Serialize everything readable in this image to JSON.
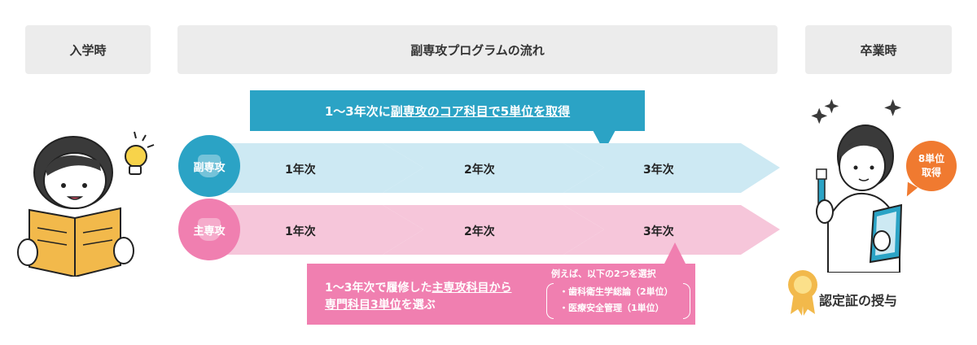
{
  "headers": {
    "enroll": "入学時",
    "flow": "副専攻プログラムの流れ",
    "graduate": "卒業時"
  },
  "top_note": {
    "prefix": "1〜3年次に",
    "underlined": "副専攻のコア科目で5単位を取得"
  },
  "rows": [
    {
      "label": "副専攻",
      "years": [
        "1年次",
        "2年次",
        "3年次"
      ]
    },
    {
      "label": "主専攻",
      "years": [
        "1年次",
        "2年次",
        "3年次"
      ]
    }
  ],
  "bottom_note": {
    "line1_prefix": "1〜3年次で履修した",
    "line1_underlined": "主専攻科目から",
    "line2_underlined": "専門科目3単位",
    "line2_suffix": "を選ぶ",
    "example_heading": "例えば、以下の2つを選択",
    "examples": [
      "・歯科衛生学総論（2単位）",
      "・医療安全管理（1単位）"
    ]
  },
  "graduate_bubble": {
    "line1": "8単位",
    "line2": "取得"
  },
  "certificate_label": "認定証の授与",
  "colors": {
    "header_bg": "#ececec",
    "minor_accent": "#2ba3c5",
    "minor_arrow": "#cde9f3",
    "major_accent": "#f07fb0",
    "major_arrow": "#f6c6da",
    "bubble": "#f07a30",
    "ribbon": "#f2b94b"
  }
}
